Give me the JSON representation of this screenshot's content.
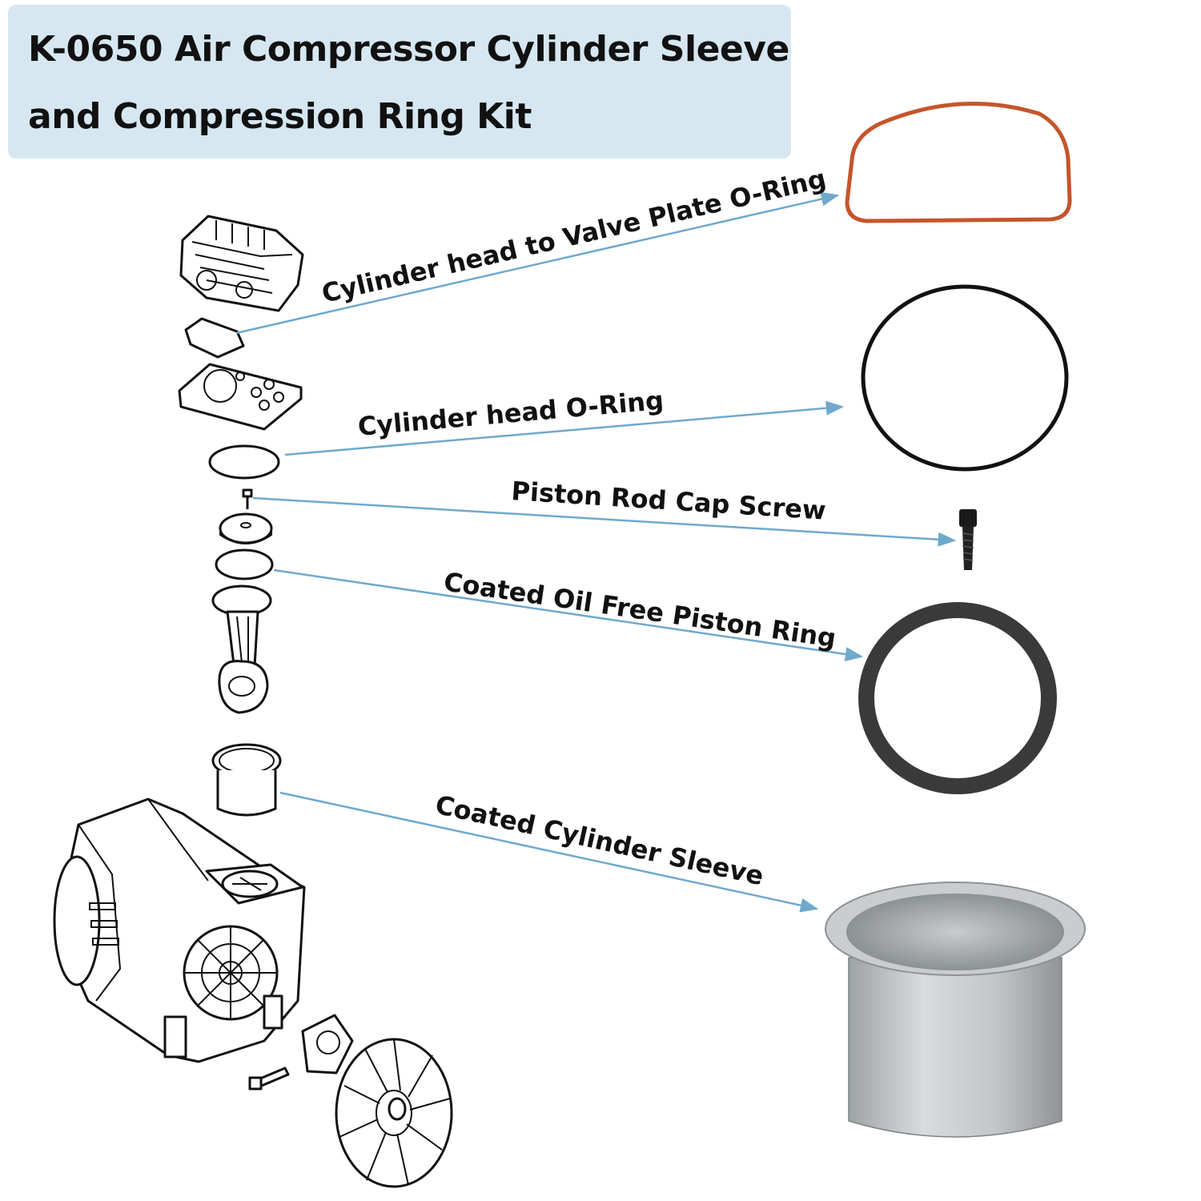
{
  "title": {
    "line1": "K-0650 Air Compressor Cylinder Sleeve",
    "line2": "and Compression Ring Kit"
  },
  "callouts": [
    {
      "id": "valve-plate-o-ring",
      "label": "Cylinder head to Valve Plate O-Ring",
      "color": "#c4552c"
    },
    {
      "id": "cylinder-head-o-ring",
      "label": "Cylinder head O-Ring",
      "color": "#111111"
    },
    {
      "id": "piston-rod-cap-screw",
      "label": "Piston Rod Cap Screw",
      "color": "#111111"
    },
    {
      "id": "piston-ring",
      "label": "Coated Oil Free Piston Ring",
      "color": "#3a3a3a"
    },
    {
      "id": "cylinder-sleeve",
      "label": "Coated Cylinder Sleeve",
      "color": "#b9bdc0"
    }
  ],
  "colors": {
    "title_bg": "#d6e7f1",
    "leader_line": "#6fa9cc"
  }
}
